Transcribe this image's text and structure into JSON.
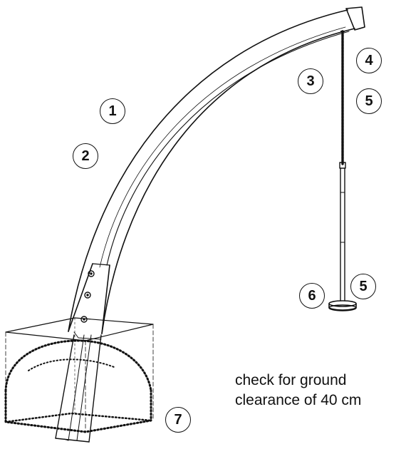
{
  "callouts": [
    {
      "id": "1",
      "label": "1"
    },
    {
      "id": "2",
      "label": "2"
    },
    {
      "id": "3",
      "label": "3"
    },
    {
      "id": "4",
      "label": "4"
    },
    {
      "id": "5a",
      "label": "5"
    },
    {
      "id": "6",
      "label": "6"
    },
    {
      "id": "5b",
      "label": "5"
    },
    {
      "id": "7",
      "label": "7"
    }
  ],
  "note": {
    "line1": "check for ground",
    "line2": "clearance of 40 cm"
  },
  "colors": {
    "line": "#111111",
    "background": "#ffffff"
  }
}
